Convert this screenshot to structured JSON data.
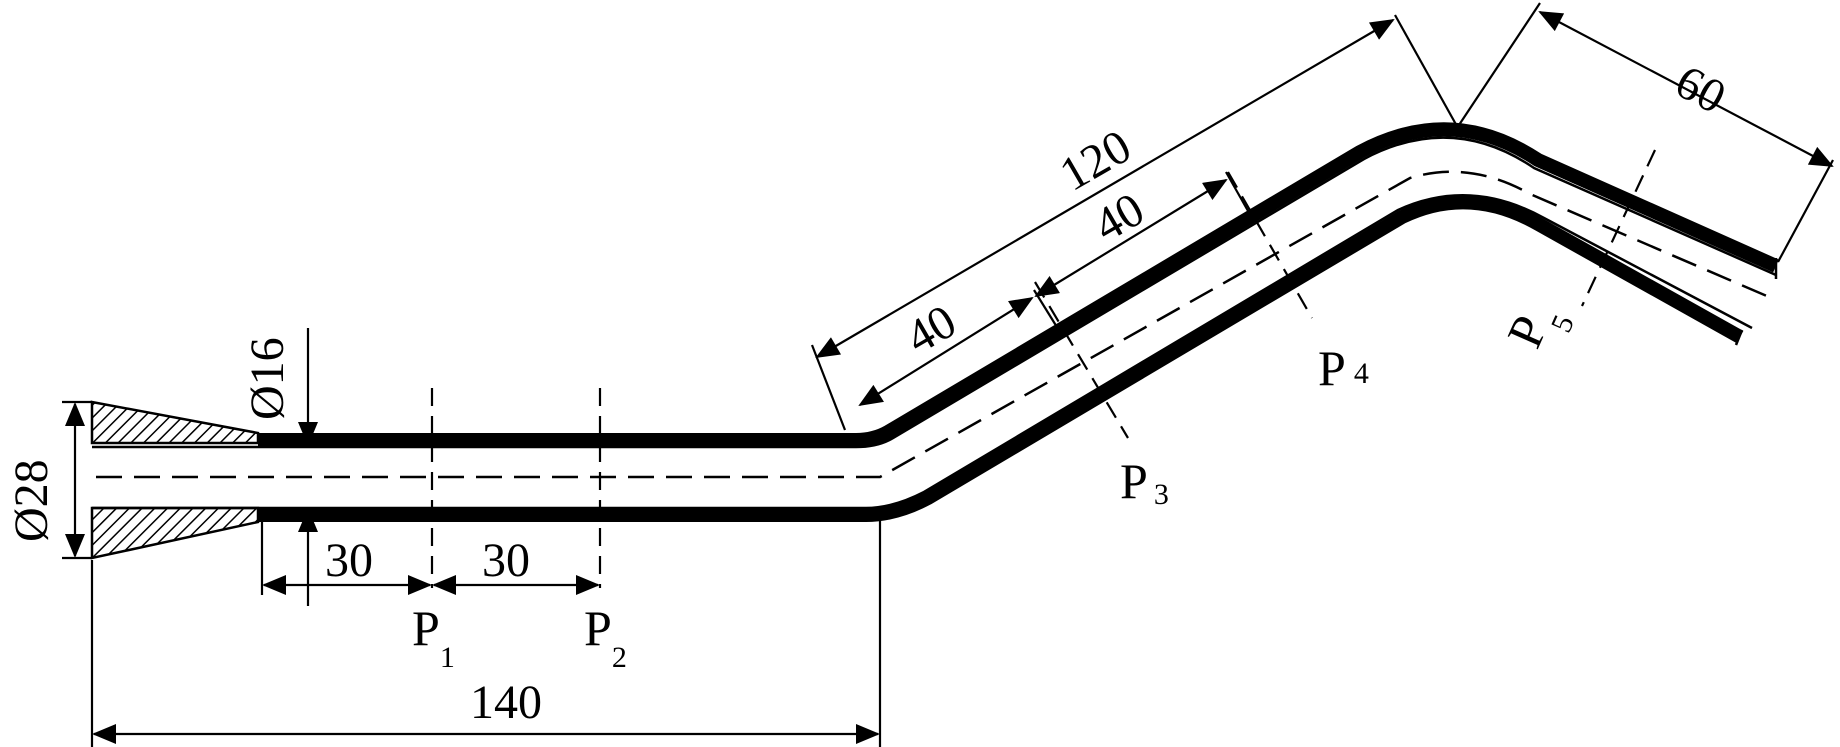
{
  "drawing": {
    "dimensions": {
      "outer_diameter": "Ø28",
      "inner_diameter": "Ø16",
      "seg_30_a": "30",
      "seg_30_b": "30",
      "total_140": "140",
      "inclined_120": "120",
      "seg_40_a": "40",
      "seg_40_b": "40",
      "end_60": "60"
    },
    "sections": [
      {
        "letter": "P",
        "index": "1"
      },
      {
        "letter": "P",
        "index": "2"
      },
      {
        "letter": "P",
        "index": "3"
      },
      {
        "letter": "P",
        "index": "4"
      },
      {
        "letter": "P",
        "index": "5"
      }
    ]
  }
}
